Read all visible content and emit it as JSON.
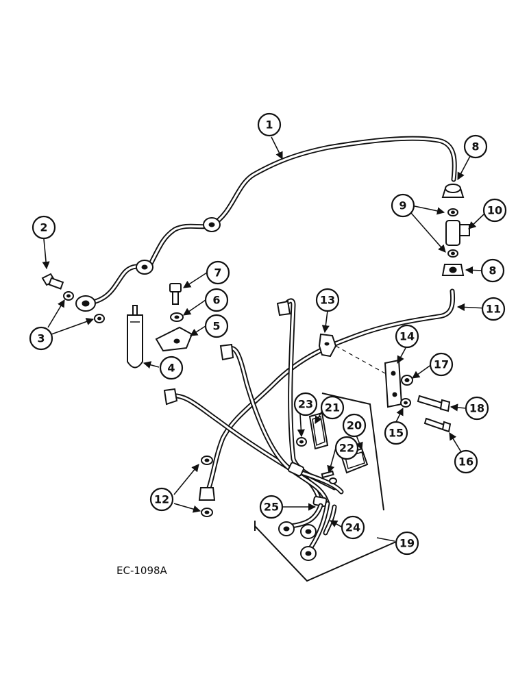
{
  "callouts": {
    "c1": "1",
    "c2": "2",
    "c3": "3",
    "c4": "4",
    "c5": "5",
    "c6": "6",
    "c7": "7",
    "c8a": "8",
    "c8b": "8",
    "c9": "9",
    "c10": "10",
    "c11": "11",
    "c12": "12",
    "c13": "13",
    "c14": "14",
    "c15": "15",
    "c16": "16",
    "c17": "17",
    "c18": "18",
    "c19": "19",
    "c20": "20",
    "c21": "21",
    "c22": "22",
    "c23": "23",
    "c24": "24",
    "c25": "25"
  },
  "figure_code": "EC-1098A"
}
